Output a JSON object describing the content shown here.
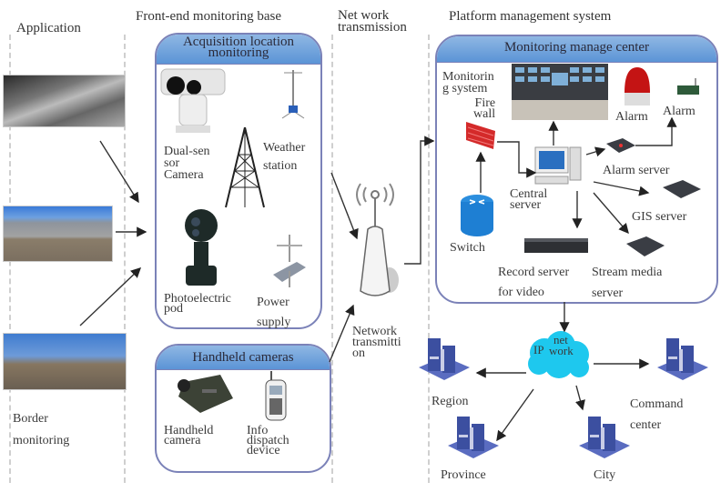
{
  "columns": {
    "application": "Application",
    "front_end": "Front-end monitoring base",
    "network": "Net work\ntransmission",
    "platform": "Platform management system"
  },
  "application": {
    "scene_label": "Border\nmonitoring"
  },
  "acquisition": {
    "title": "Acquisition location\nmonitoring",
    "items": {
      "dual_sensor_camera": "Dual-sen\nsor\nCamera",
      "weather_station": "Weather\nstation",
      "photoelectric_pod": "Photoelectric\npod",
      "power_supply": "Power\nsupply"
    }
  },
  "handheld": {
    "title": "Handheld cameras",
    "items": {
      "handheld_camera": "Handheld\ncamera",
      "info_dispatch": "Info\ndispatch\ndevice"
    }
  },
  "network": {
    "label": "Network\ntransmitti\non"
  },
  "center": {
    "title": "Monitoring manage center",
    "items": {
      "monitoring_system": "Monitorin\ng system",
      "firewall": "Fire\nwall",
      "alarm1": "Alarm",
      "alarm2": "Alarm",
      "alarm_server": "Alarm server",
      "central_server": "Central\nserver",
      "gis_server": "GIS server",
      "switch": "Switch",
      "record_server": "Record server\nfor video",
      "stream_server": "Stream media\nserver"
    }
  },
  "ipnet": {
    "label_top": "net",
    "label_left": "IP",
    "label_right": "work",
    "nodes": {
      "region": "Region",
      "province": "Province",
      "city": "City",
      "command": "Command\ncenter"
    }
  },
  "colors": {
    "box_border": "#7b82b8",
    "title_bar": "#5b94d6",
    "cloud": "#1ec8ee",
    "building": "#3c4fa0"
  }
}
